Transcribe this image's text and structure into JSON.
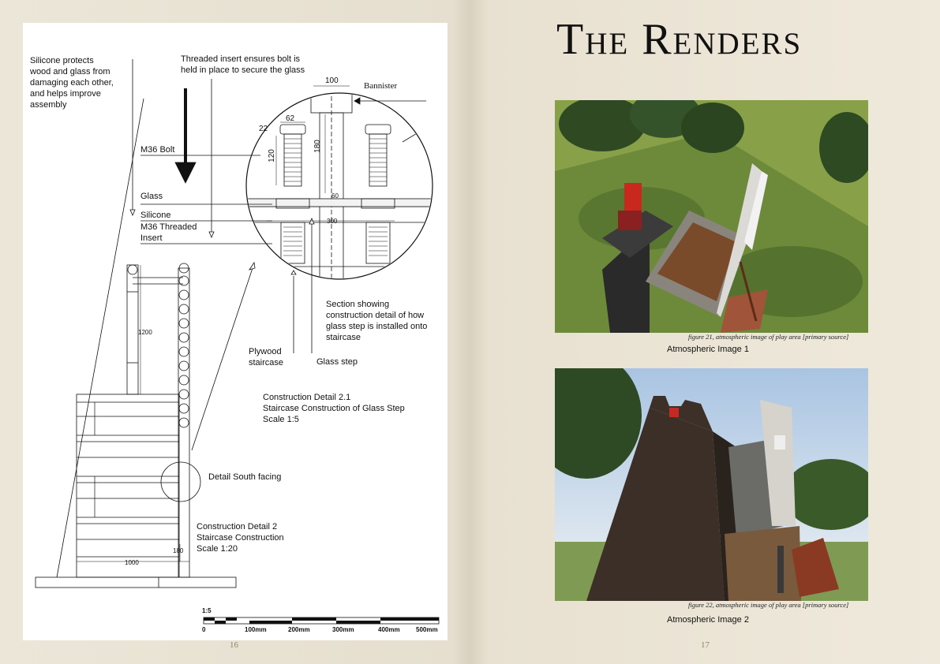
{
  "left_page": {
    "notes": {
      "silicone_note": [
        "Silicone protects",
        "wood and glass from",
        "damaging each other,",
        "and helps improve",
        "assembly"
      ],
      "threaded_note": [
        "Threaded insert ensures bolt is",
        "held in place to secure the glass"
      ],
      "bannister": "Bannister",
      "m36_bolt": "M36 Bolt",
      "glass": "Glass",
      "silicone": "Silicone",
      "m36_insert": [
        "M36 Threaded",
        "Insert"
      ],
      "section_note": [
        "Section showing",
        "construction detail of how",
        "glass step is installed onto",
        "staircase"
      ],
      "plywood": [
        "Plywood",
        "staircase"
      ],
      "glass_step": "Glass step",
      "detail_south": "Detail South facing"
    },
    "dimensions": {
      "d100": "100",
      "d62": "62",
      "d22": "22",
      "d120": "120",
      "d180": "180",
      "d60": "60",
      "d300": "300",
      "d1200": "1200",
      "d180b": "180",
      "d1000": "1000"
    },
    "detail_2_1": [
      "Construction Detail 2.1",
      "Staircase Construction of Glass Step",
      "Scale 1:5"
    ],
    "detail_2": [
      "Construction Detail 2",
      "Staircase Construction",
      "Scale 1:20"
    ],
    "scale_bar": {
      "ratio": "1:5",
      "ticks": [
        "0",
        "100mm",
        "200mm",
        "300mm",
        "400mm",
        "500mm"
      ]
    },
    "page_number": "16"
  },
  "right_page": {
    "title": "The Renders",
    "renders": [
      {
        "caption": "figure 21, atmospheric image of play area [primary source]",
        "name": "Atmospheric Image 1"
      },
      {
        "caption": "figure 22, atmospheric image of play area [primary source]",
        "name": "Atmospheric Image 2"
      }
    ],
    "page_number": "17"
  }
}
